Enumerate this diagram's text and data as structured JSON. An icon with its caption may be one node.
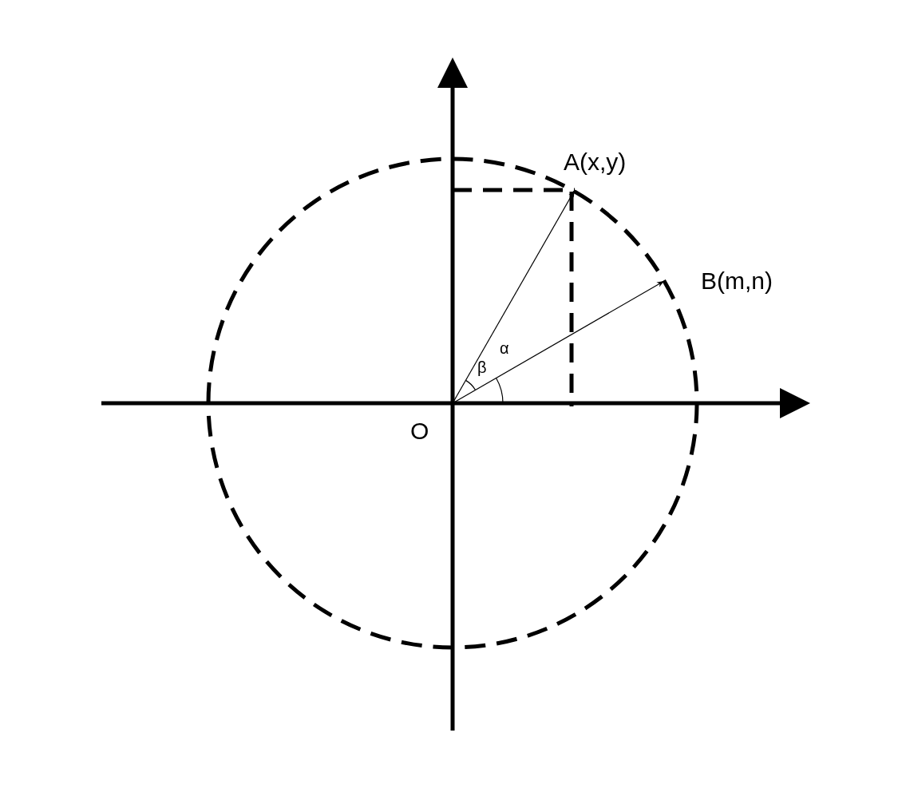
{
  "diagram": {
    "nodes": [
      {
        "text": [
          "A(x,y)"
        ]
      },
      {
        "text": [
          "B(m,n)"
        ]
      },
      {
        "text": [
          "O"
        ]
      }
    ],
    "edges": [
      {
        "from": 2,
        "to": 0,
        "arrow": "to"
      },
      {
        "from": 2,
        "to": 1,
        "arrow": "to"
      }
    ],
    "labels": [
      "α",
      "β"
    ]
  }
}
